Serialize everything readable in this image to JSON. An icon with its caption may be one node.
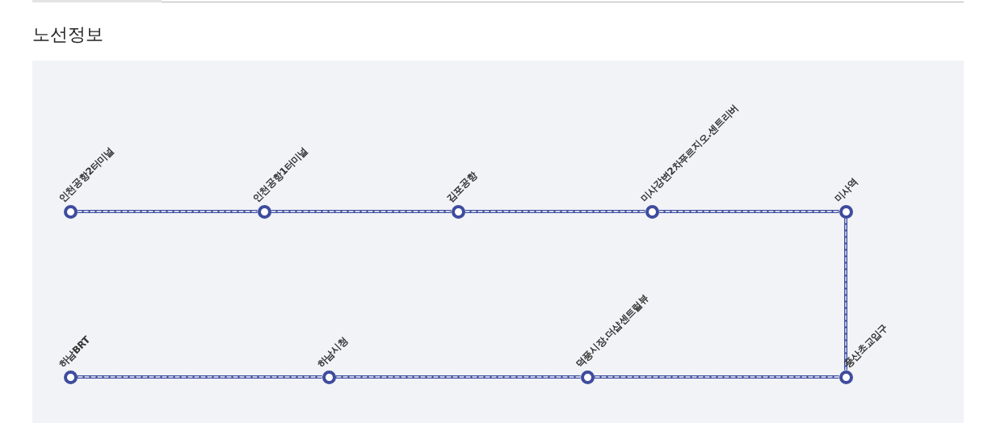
{
  "diagram": {
    "title": "노선정보",
    "nodes": [
      {
        "text": [],
        "shape": "circle",
        "beside": [
          "인천공항2터미널"
        ]
      },
      {
        "text": [],
        "shape": "circle",
        "beside": [
          "인천공항1터미널"
        ]
      },
      {
        "text": [],
        "shape": "circle",
        "beside": [
          "김포공항"
        ]
      },
      {
        "text": [],
        "shape": "circle",
        "beside": [
          "미사강변2차푸르지오.센트리버"
        ]
      },
      {
        "text": [],
        "shape": "circle",
        "beside": [
          "미사역"
        ]
      },
      {
        "text": [],
        "shape": "circle",
        "beside": [
          "하남BRT"
        ]
      },
      {
        "text": [],
        "shape": "circle",
        "beside": [
          "하남시청"
        ]
      },
      {
        "text": [],
        "shape": "circle",
        "beside": [
          "덕풍시장.더샵센트럴뷰"
        ]
      },
      {
        "text": [],
        "shape": "circle",
        "beside": [
          "풍산초교입구"
        ]
      }
    ],
    "edges": [
      {
        "from": 0,
        "to": 1,
        "arrow": "none"
      },
      {
        "from": 1,
        "to": 2,
        "arrow": "none"
      },
      {
        "from": 2,
        "to": 3,
        "arrow": "none"
      },
      {
        "from": 3,
        "to": 4,
        "arrow": "none"
      },
      {
        "from": 4,
        "to": 8,
        "arrow": "none"
      },
      {
        "from": 8,
        "to": 7,
        "arrow": "none"
      },
      {
        "from": 7,
        "to": 6,
        "arrow": "none"
      },
      {
        "from": 6,
        "to": 5,
        "arrow": "none"
      }
    ]
  }
}
